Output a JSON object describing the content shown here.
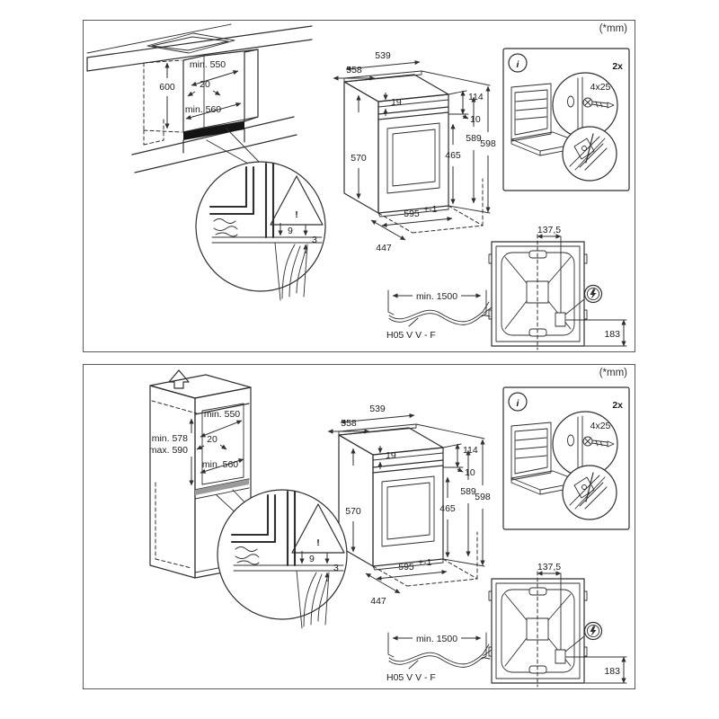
{
  "document": {
    "kind": "built-in oven installation diagram",
    "colors": {
      "line": "#2f2f2f",
      "panel_border": "#5a5a5a",
      "vent_strip": "#141414",
      "shelf_strip": "#9a9a9a",
      "background": "#ffffff"
    }
  },
  "panels": [
    {
      "title": "under-counter installation",
      "units_note": "(*mm)",
      "cabinet": {
        "niche_height": "600",
        "niche_width_top": "min. 550",
        "rear_gap": "20",
        "niche_depth_bottom": "min. 560"
      },
      "detail": {
        "overhang": "9",
        "trim_thickness": "3",
        "warning_icon": "!"
      },
      "oven": {
        "depth": "558",
        "width": "539",
        "top_clearance": "19",
        "control_panel_height": "114",
        "gap_below_control": "10",
        "body_height": "589",
        "total_height": "598",
        "door_height": "465",
        "side_height": "570",
        "front_width": "595",
        "front_width_tolerance": "+-1",
        "base_depth": "447"
      },
      "mounting_kit": {
        "info_icon": "i",
        "quantity": "2x",
        "screw_size": "4x25"
      },
      "rear_view": {
        "conduit_offset_x": "137,5",
        "conduit_offset_y": "183"
      },
      "power_cable": {
        "min_length": "min. 1500",
        "cable_type": "H05 V V - F"
      }
    },
    {
      "title": "tall-cabinet installation",
      "units_note": "(*mm)",
      "cabinet": {
        "niche_height_min": "min. 578",
        "niche_height_max": "max. 590",
        "niche_width_top": "min. 550",
        "rear_gap": "20",
        "niche_depth_bottom": "min. 560"
      },
      "detail": {
        "overhang": "9",
        "trim_thickness": "3",
        "warning_icon": "!"
      },
      "oven": {
        "depth": "558",
        "width": "539",
        "top_clearance": "19",
        "control_panel_height": "114",
        "gap_below_control": "10",
        "body_height": "589",
        "total_height": "598",
        "door_height": "465",
        "side_height": "570",
        "front_width": "595",
        "front_width_tolerance": "+-1",
        "base_depth": "447"
      },
      "mounting_kit": {
        "info_icon": "i",
        "quantity": "2x",
        "screw_size": "4x25"
      },
      "rear_view": {
        "conduit_offset_x": "137,5",
        "conduit_offset_y": "183"
      },
      "power_cable": {
        "min_length": "min. 1500",
        "cable_type": "H05 V V - F"
      }
    }
  ]
}
